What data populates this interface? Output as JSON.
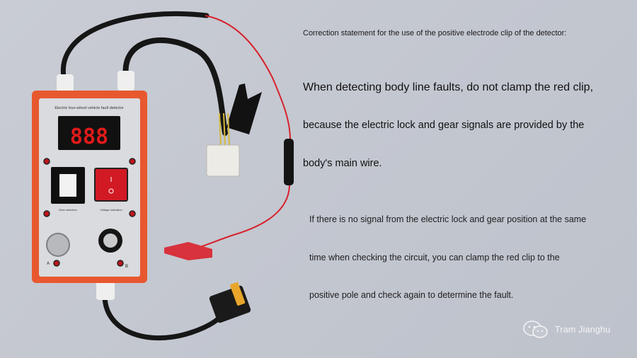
{
  "device": {
    "title": "Electric four-wheel vehicle fault detector",
    "display_digits": "888",
    "left_label": "Gear selection",
    "right_label": "Voltage indication",
    "bottom_label_a": "A",
    "bottom_label_b": "B"
  },
  "text": {
    "heading": "Correction statement for the use of the positive electrode clip of the detector:",
    "line1": "When detecting body line faults, do not clamp the red clip,",
    "line2": "because the electric lock and gear signals are provided by the",
    "line3": "body's main wire.",
    "small1": "If there is no signal from the electric lock and gear position at the same",
    "small2": "time when checking the circuit, you can clamp the red clip to the",
    "small3": "positive pole and check again to determine the fault."
  },
  "watermark": {
    "icon": "wechat-icon",
    "label": "Tram Jianghu"
  },
  "colors": {
    "background": "#c4c8d0",
    "device_body": "#e8582f",
    "display_digits": "#e01a1a",
    "wire_red": "#d8202a",
    "clip_red": "#d8323c"
  }
}
